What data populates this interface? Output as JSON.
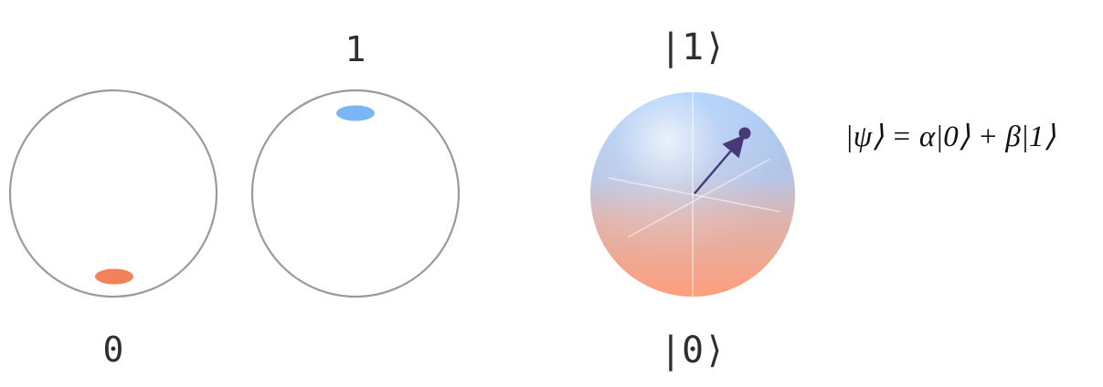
{
  "classical_bits": {
    "zero_label": "0",
    "one_label": "1"
  },
  "qubit": {
    "top_label": "|1⟩",
    "bottom_label": "|0⟩",
    "state_equation": "|ψ⟩ = α|0⟩ + β|1⟩"
  },
  "colors": {
    "circle_outline": "#9a9a9a",
    "zero_marker": "#f3815a",
    "one_marker": "#7ab6f3",
    "sphere_top": "#a7cdfa",
    "sphere_bottom": "#ff9e7c",
    "vector": "#463b78"
  },
  "icons": {
    "bloch_sphere": "bloch-sphere-icon",
    "state_vector": "state-vector-arrow-icon"
  }
}
